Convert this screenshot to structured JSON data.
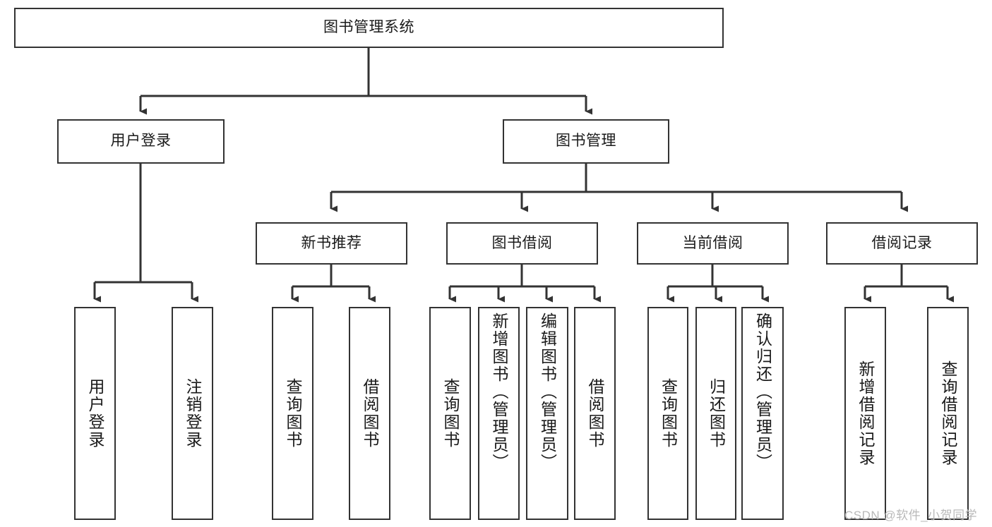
{
  "diagram": {
    "title": "图书管理系统",
    "type": "tree",
    "levels": 4,
    "colors": {
      "node_border": "#333333",
      "node_fill": "#ffffff",
      "edge": "#333333",
      "text": "#1a1a1a",
      "watermark": "#b9b9b9"
    },
    "nodes": {
      "root": {
        "label": "图书管理系统"
      },
      "level2": [
        {
          "id": "user-login",
          "label": "用户登录"
        },
        {
          "id": "book-manage",
          "label": "图书管理"
        }
      ],
      "level3": [
        {
          "id": "new-book-recommend",
          "label": "新书推荐"
        },
        {
          "id": "book-borrow",
          "label": "图书借阅"
        },
        {
          "id": "current-borrow",
          "label": "当前借阅"
        },
        {
          "id": "borrow-record",
          "label": "借阅记录"
        }
      ],
      "leaves": [
        {
          "id": "leaf-user-login",
          "label": "用户登录",
          "parent": "user-login"
        },
        {
          "id": "leaf-user-logout",
          "label": "注销登录",
          "parent": "user-login"
        },
        {
          "id": "leaf-query-book-1",
          "label": "查询图书",
          "parent": "new-book-recommend"
        },
        {
          "id": "leaf-borrow-book-1",
          "label": "借阅图书",
          "parent": "new-book-recommend"
        },
        {
          "id": "leaf-query-book-2",
          "label": "查询图书",
          "parent": "book-borrow"
        },
        {
          "id": "leaf-add-book",
          "label": "新增图书（管理员）",
          "parent": "book-borrow"
        },
        {
          "id": "leaf-edit-book",
          "label": "编辑图书（管理员）",
          "parent": "book-borrow"
        },
        {
          "id": "leaf-borrow-book-2",
          "label": "借阅图书",
          "parent": "book-borrow"
        },
        {
          "id": "leaf-query-book-3",
          "label": "查询图书",
          "parent": "current-borrow"
        },
        {
          "id": "leaf-return-book",
          "label": "归还图书",
          "parent": "current-borrow"
        },
        {
          "id": "leaf-confirm-return",
          "label": "确认归还（管理员）",
          "parent": "current-borrow"
        },
        {
          "id": "leaf-add-record",
          "label": "新增借阅记录",
          "parent": "borrow-record"
        },
        {
          "id": "leaf-query-record",
          "label": "查询借阅记录",
          "parent": "borrow-record"
        }
      ]
    }
  },
  "watermark": {
    "text": "CSDN @软件_小贺同学"
  }
}
